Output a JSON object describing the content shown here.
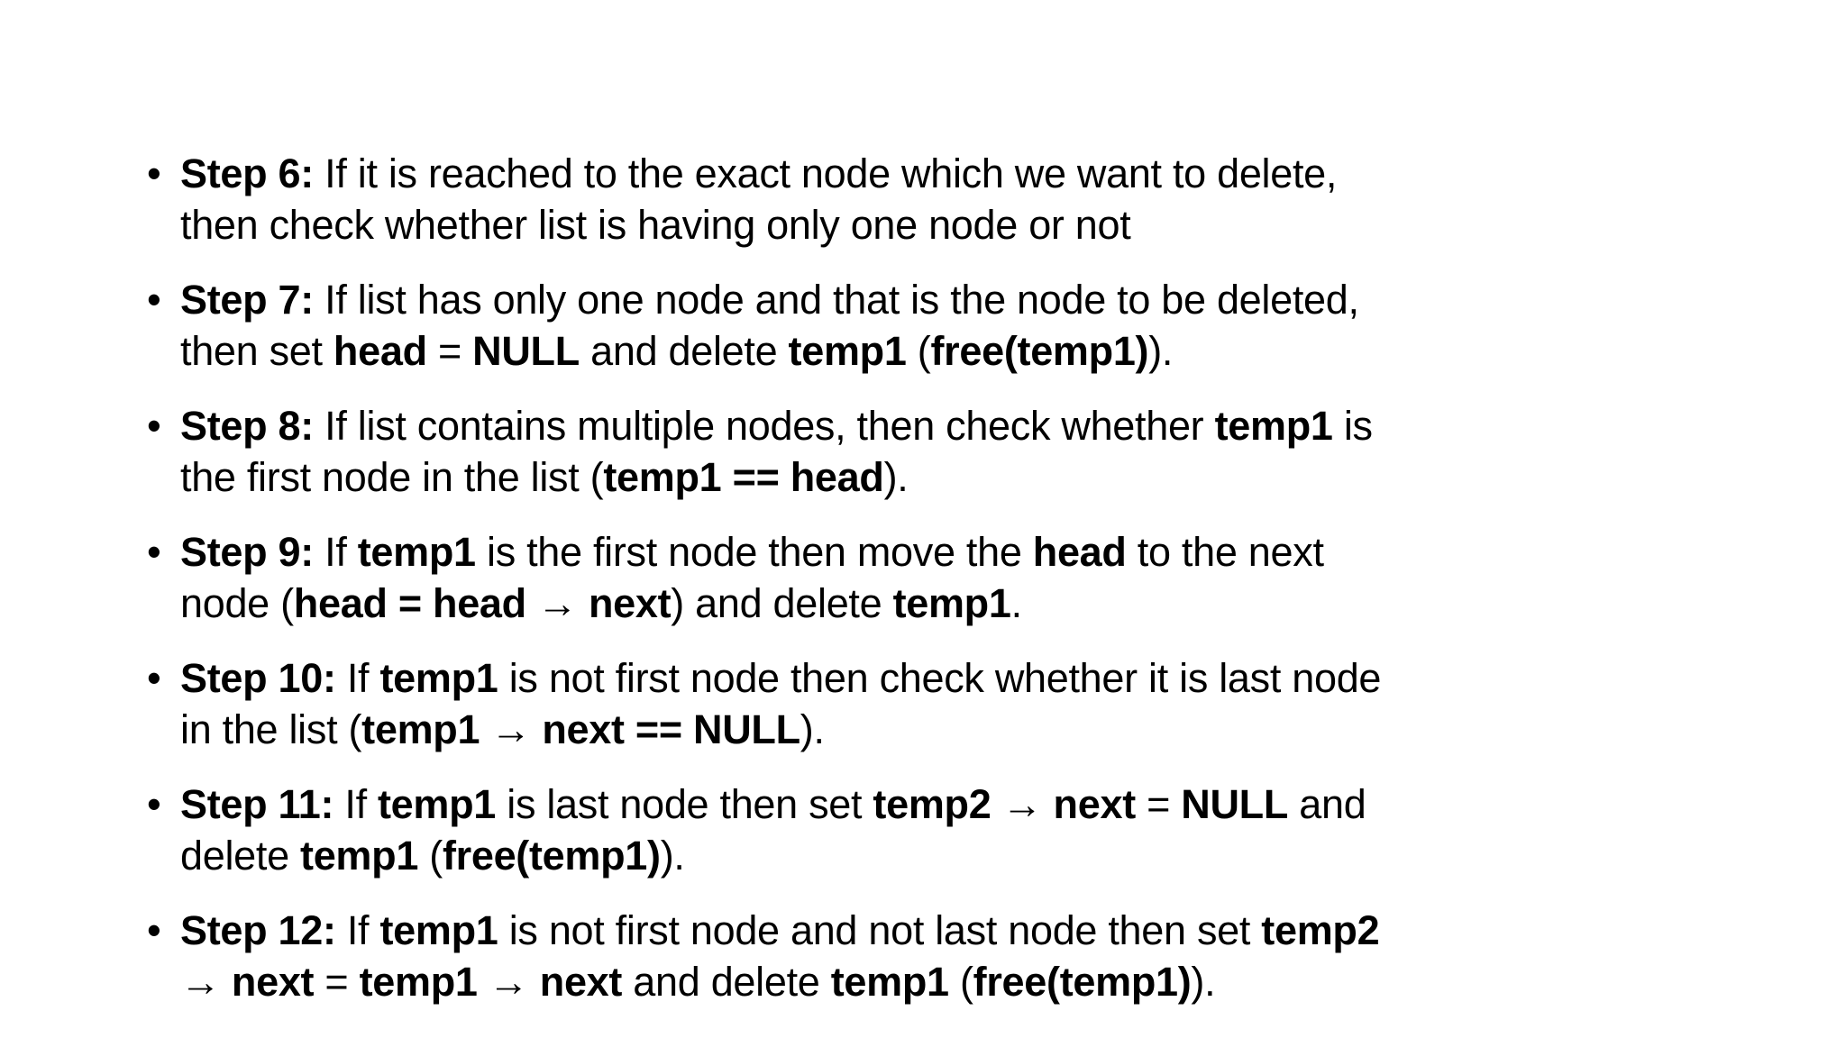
{
  "slide": {
    "background_color": "#ffffff",
    "text_color": "#000000",
    "bullet_char": "•",
    "steps": [
      {
        "label": "Step 6",
        "lines": [
          [
            {
              "t": "Step 6:",
              "b": true
            },
            {
              "t": " If it is reached to the exact node which we want to delete,",
              "b": false
            }
          ],
          [
            {
              "t": "then check whether list is having only one node or not",
              "b": false
            }
          ]
        ]
      },
      {
        "label": "Step 7",
        "lines": [
          [
            {
              "t": "Step 7:",
              "b": true
            },
            {
              "t": " If list has only one node and that is the node to be deleted,",
              "b": false
            }
          ],
          [
            {
              "t": "then set ",
              "b": false
            },
            {
              "t": "head",
              "b": true
            },
            {
              "t": " = ",
              "b": false
            },
            {
              "t": "NULL",
              "b": true
            },
            {
              "t": " and delete ",
              "b": false
            },
            {
              "t": "temp1",
              "b": true
            },
            {
              "t": " (",
              "b": false
            },
            {
              "t": "free(temp1)",
              "b": true
            },
            {
              "t": ").",
              "b": false
            }
          ]
        ]
      },
      {
        "label": "Step 8",
        "lines": [
          [
            {
              "t": "Step 8:",
              "b": true
            },
            {
              "t": " If list contains multiple nodes, then check whether ",
              "b": false
            },
            {
              "t": "temp1",
              "b": true
            },
            {
              "t": " is",
              "b": false
            }
          ],
          [
            {
              "t": "the first node in the list (",
              "b": false
            },
            {
              "t": "temp1 == head",
              "b": true
            },
            {
              "t": ").",
              "b": false
            }
          ]
        ]
      },
      {
        "label": "Step 9",
        "lines": [
          [
            {
              "t": "Step 9:",
              "b": true
            },
            {
              "t": " If ",
              "b": false
            },
            {
              "t": "temp1",
              "b": true
            },
            {
              "t": " is the first node then move the ",
              "b": false
            },
            {
              "t": "head",
              "b": true
            },
            {
              "t": " to the next",
              "b": false
            }
          ],
          [
            {
              "t": "node (",
              "b": false
            },
            {
              "t": "head = head → next",
              "b": true
            },
            {
              "t": ") and delete ",
              "b": false
            },
            {
              "t": "temp1",
              "b": true
            },
            {
              "t": ".",
              "b": false
            }
          ]
        ]
      },
      {
        "label": "Step 10",
        "lines": [
          [
            {
              "t": "Step 10:",
              "b": true
            },
            {
              "t": " If ",
              "b": false
            },
            {
              "t": "temp1",
              "b": true
            },
            {
              "t": " is not first node then check whether it is last node",
              "b": false
            }
          ],
          [
            {
              "t": "in the list (",
              "b": false
            },
            {
              "t": "temp1 → next == NULL",
              "b": true
            },
            {
              "t": ").",
              "b": false
            }
          ]
        ]
      },
      {
        "label": "Step 11",
        "lines": [
          [
            {
              "t": "Step 11:",
              "b": true
            },
            {
              "t": " If ",
              "b": false
            },
            {
              "t": "temp1",
              "b": true
            },
            {
              "t": " is last node then set ",
              "b": false
            },
            {
              "t": "temp2 → next",
              "b": true
            },
            {
              "t": " = ",
              "b": false
            },
            {
              "t": "NULL",
              "b": true
            },
            {
              "t": " and",
              "b": false
            }
          ],
          [
            {
              "t": "delete ",
              "b": false
            },
            {
              "t": "temp1",
              "b": true
            },
            {
              "t": " (",
              "b": false
            },
            {
              "t": "free(temp1)",
              "b": true
            },
            {
              "t": ").",
              "b": false
            }
          ]
        ]
      },
      {
        "label": "Step 12",
        "lines": [
          [
            {
              "t": "Step 12:",
              "b": true
            },
            {
              "t": " If ",
              "b": false
            },
            {
              "t": "temp1",
              "b": true
            },
            {
              "t": " is not first node and not last node then set ",
              "b": false
            },
            {
              "t": "temp2",
              "b": true
            }
          ],
          [
            {
              "t": "→ next",
              "b": true
            },
            {
              "t": " = ",
              "b": false
            },
            {
              "t": "temp1 → next",
              "b": true
            },
            {
              "t": " and delete ",
              "b": false
            },
            {
              "t": "temp1",
              "b": true
            },
            {
              "t": " (",
              "b": false
            },
            {
              "t": "free(temp1)",
              "b": true
            },
            {
              "t": ").",
              "b": false
            }
          ]
        ]
      }
    ]
  }
}
